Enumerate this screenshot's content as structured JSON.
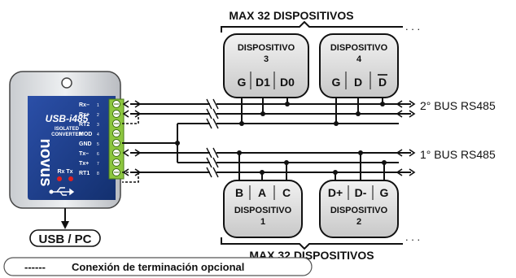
{
  "top_group": {
    "title": "MAX 32 DISPOSITIVOS",
    "ellipsis": ". . ."
  },
  "bottom_group": {
    "title": "MAX 32 DISPOSITIVOS",
    "ellipsis": ". . ."
  },
  "device3": {
    "title1": "DISPOSITIVO",
    "title2": "3",
    "pins": [
      "G",
      "D1",
      "D0"
    ]
  },
  "device4": {
    "title1": "DISPOSITIVO",
    "title2": "4",
    "pins": [
      "G",
      "D",
      "D"
    ]
  },
  "device1": {
    "title1": "DISPOSITIVO",
    "title2": "1",
    "pins": [
      "B",
      "A",
      "C"
    ]
  },
  "device2": {
    "title1": "DISPOSITIVO",
    "title2": "2",
    "pins": [
      "D+",
      "D-",
      "G"
    ]
  },
  "converter": {
    "model": "USB-i485",
    "subtitle1": "ISOLATED",
    "subtitle2": "CONVERTER",
    "brand": "novus",
    "led_labels": "Rx Tx",
    "terminals": [
      {
        "name": "Rx–",
        "num": "1"
      },
      {
        "name": "Rx+",
        "num": "2"
      },
      {
        "name": "RT2",
        "num": "3"
      },
      {
        "name": "MOD",
        "num": "4"
      },
      {
        "name": "GND",
        "num": "5"
      },
      {
        "name": "Tx–",
        "num": "6"
      },
      {
        "name": "Tx+",
        "num": "7"
      },
      {
        "name": "RT1",
        "num": "8"
      }
    ]
  },
  "bus2_label": "2° BUS RS485",
  "bus1_label": "1° BUS RS485",
  "usb_label": "USB / PC",
  "legend": {
    "dashes": "------",
    "text": "Conexión de terminación opcional"
  },
  "colors": {
    "converter_blue": "#1f3f8f",
    "terminal_green": "#8cc63f",
    "led_red": "#e02020"
  }
}
